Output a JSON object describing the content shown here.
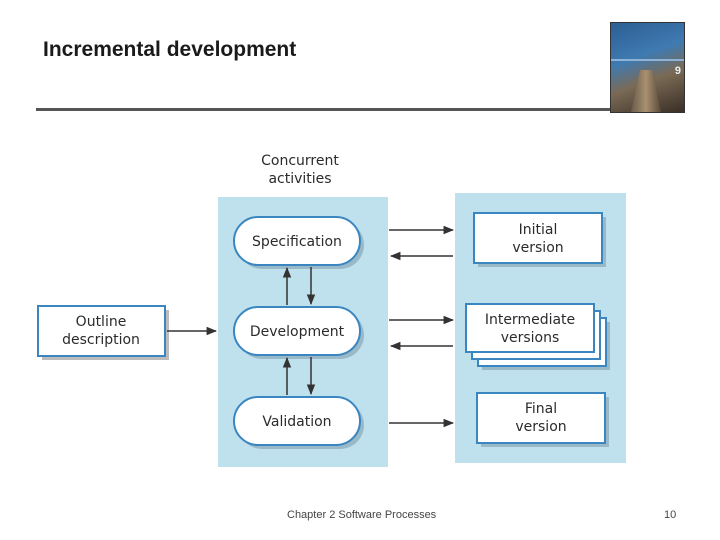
{
  "slide": {
    "title": "Incremental development"
  },
  "diagram": {
    "concurrent_label": [
      "Concurrent",
      "activities"
    ],
    "activities": [
      "Specification",
      "Development",
      "Validation"
    ],
    "input": [
      "Outline",
      "description"
    ],
    "outputs": {
      "initial": [
        "Initial",
        "version"
      ],
      "intermediate": [
        "Intermediate",
        "versions"
      ],
      "final": [
        "Final",
        "version"
      ]
    },
    "colors": {
      "panel": "#bfe1ee",
      "box_border": "#3a86c0",
      "arrow": "#333333"
    }
  },
  "footer": {
    "chapter": "Chapter 2 Software Processes",
    "page": "10"
  }
}
